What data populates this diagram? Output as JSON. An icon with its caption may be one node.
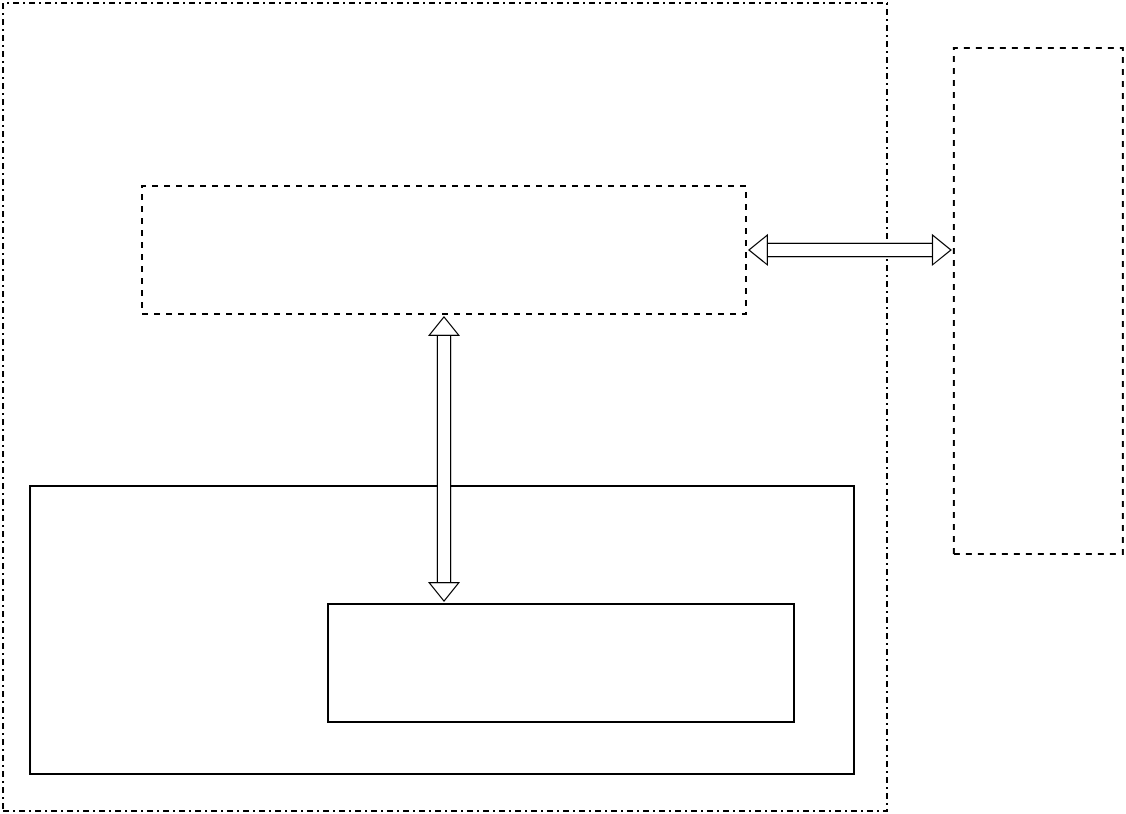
{
  "diagram": {
    "nodes": [
      {
        "text": [],
        "shape": "box"
      },
      {
        "text": [],
        "shape": "box",
        "in": 0
      },
      {
        "text": [],
        "shape": "box",
        "in": 0
      },
      {
        "text": [],
        "shape": "box",
        "in": 2
      },
      {
        "text": [],
        "shape": "box"
      }
    ],
    "edges": [
      {
        "from": 1,
        "to": 4,
        "arrow": "both"
      },
      {
        "from": 1,
        "to": 3,
        "arrow": "both"
      }
    ]
  }
}
